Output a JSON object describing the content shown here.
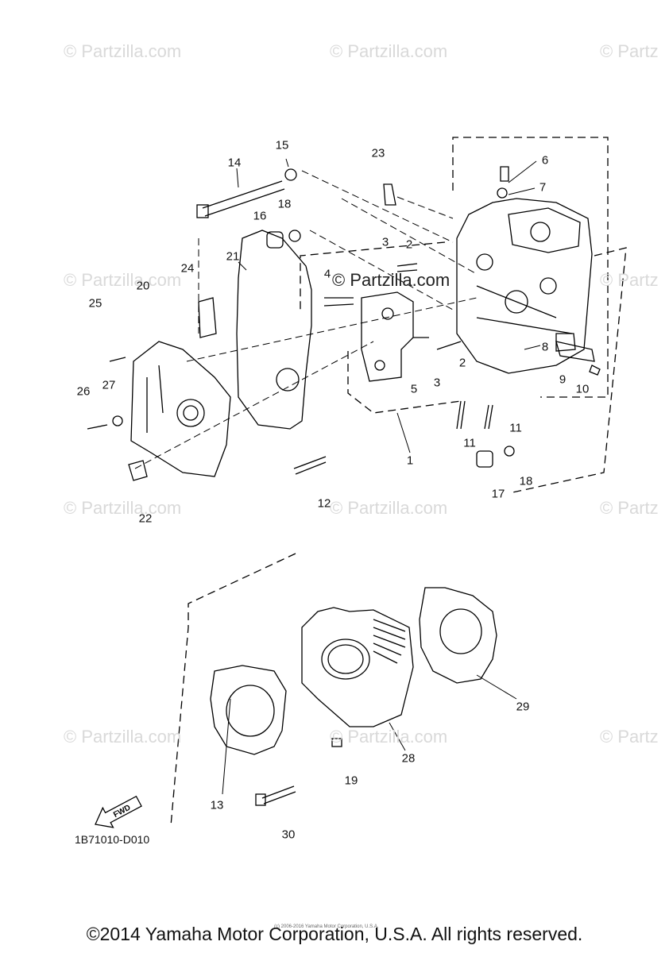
{
  "watermark": {
    "text": "© Partzilla.com",
    "partial_text": "© Partz"
  },
  "center_watermark": "© Partzilla.com",
  "callouts": [
    "1",
    "2",
    "2",
    "3",
    "3",
    "4",
    "5",
    "6",
    "7",
    "8",
    "9",
    "10",
    "11",
    "11",
    "12",
    "13",
    "14",
    "15",
    "16",
    "17",
    "18",
    "18",
    "19",
    "20",
    "21",
    "22",
    "23",
    "24",
    "25",
    "26",
    "27",
    "28",
    "29",
    "30"
  ],
  "fwd_label": "FWD",
  "part_code": "1B71010-D010",
  "small_copyright": "(c) 2006-2016 Yamaha Motor Corporation, U.S.A.",
  "copyright": "©2014 Yamaha Motor Corporation, U.S.A. All rights reserved."
}
